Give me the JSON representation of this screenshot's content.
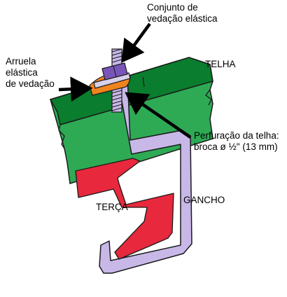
{
  "labels": {
    "conjunto": "Conjunto de\nvedação elástica",
    "arruela": "Arruela\nelástica\nde vedação",
    "telha": "TELHA",
    "perfuracao": "Perfuração da telha:\nbroca ø ½\" (13 mm)",
    "terca": "TERÇA",
    "gancho": "GANCHO"
  },
  "colors": {
    "tile_top": "#0a7d2e",
    "tile_body": "#2eaa55",
    "purlin": "#e8283c",
    "hook": "#c8b8e8",
    "washer": "#f0841e",
    "nut": "#7a55b8",
    "outline": "#1a1a1a",
    "arrow": "#000000"
  }
}
